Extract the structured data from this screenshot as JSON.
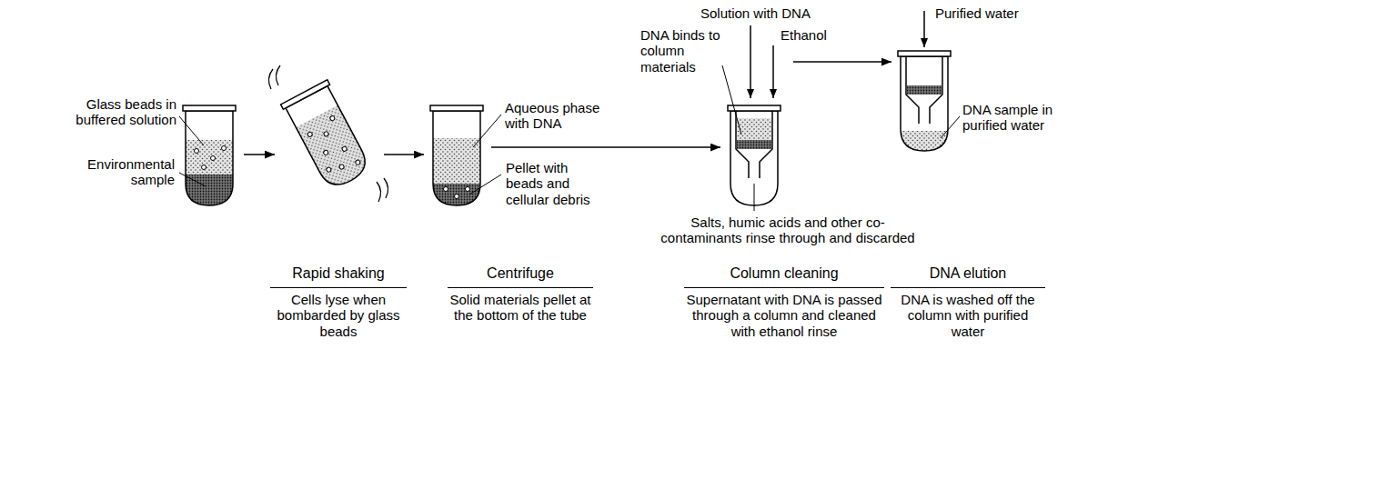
{
  "diagram": {
    "nodes": [
      {
        "text": [
          "Glass beads in buffered solution",
          "Environmental sample"
        ]
      },
      {
        "text": [
          "Rapid shaking",
          "Cells lyse when bombarded by glass beads"
        ]
      },
      {
        "text": [
          "Centrifuge",
          "Solid materials pellet at the bottom of the tube"
        ]
      },
      {
        "text": [
          "Column cleaning",
          "Supernatant with DNA is passed through a column and cleaned with ethanol rinse"
        ]
      },
      {
        "text": [
          "DNA elution",
          "DNA is washed off the column with purified water"
        ]
      }
    ],
    "edges": [
      {
        "from": 0,
        "to": 1,
        "arrow": "to"
      },
      {
        "from": 1,
        "to": 2,
        "arrow": "to"
      },
      {
        "from": 2,
        "to": 3,
        "arrow": "to"
      },
      {
        "from": 3,
        "to": 4,
        "arrow": "to"
      }
    ],
    "labels": [
      "Aqueous phase with DNA",
      "Pellet with beads and cellular debris",
      "Solution with DNA",
      "Ethanol",
      "DNA binds to column materials",
      "Salts, humic acids and other co-contaminants rinse through and discarded",
      "Purified water",
      "DNA sample in purified water"
    ]
  }
}
